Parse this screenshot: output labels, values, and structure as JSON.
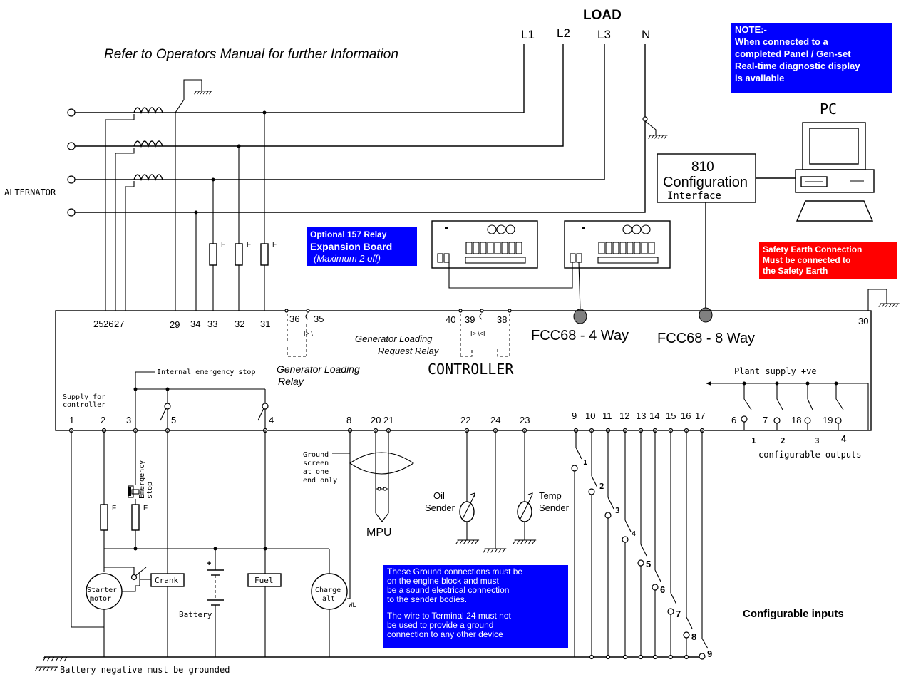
{
  "header": {
    "load_title": "LOAD",
    "lines": [
      "L1",
      "L2",
      "L3",
      "N"
    ],
    "refer_note": "Refer to Operators Manual for further Information"
  },
  "alternator_label": "ALTERNATOR",
  "note_box": {
    "title": "NOTE:-",
    "lines": [
      "When connected to a",
      "completed Panel / Gen-set",
      "Real-time diagnostic display",
      "is available"
    ],
    "color": "#0000ff"
  },
  "pc_label": "PC",
  "interface_box": {
    "line1": "810",
    "line2": "Configuration",
    "line3": "Interface"
  },
  "relay_board_box": {
    "lines": [
      "Optional 157 Relay",
      "Expansion Board"
    ],
    "sub": "(Maximum 2 off)",
    "color": "#0000ff"
  },
  "safety_box": {
    "lines": [
      "Safety Earth Connection",
      "Must be connected to",
      "the Safety Earth"
    ],
    "color": "#ff0000"
  },
  "controller": {
    "title": "CONTROLLER",
    "top_terminals": [
      "25",
      "26",
      "27",
      "29",
      "34",
      "33",
      "32",
      "31",
      "36",
      "35",
      "40",
      "39",
      "38",
      "30"
    ],
    "fcc4": "FCC68 - 4 Way",
    "fcc8": "FCC68 - 8 Way",
    "gen_loading_relay": [
      "Generator Loading",
      "Relay"
    ],
    "gen_loading_request": [
      "Generator Loading",
      "Request Relay"
    ],
    "bottom_terminals": [
      "1",
      "2",
      "3",
      "5",
      "4",
      "8",
      "20",
      "21",
      "22",
      "24",
      "23",
      "9",
      "10",
      "11",
      "12",
      "13",
      "14",
      "15",
      "16",
      "17",
      "6",
      "7",
      "18",
      "19"
    ]
  },
  "fuse_label": "F",
  "internal_estop": "Internal emergency stop",
  "supply_label": [
    "Supply for",
    "controller"
  ],
  "emergency_stop": [
    "Emergency",
    "stop"
  ],
  "plant_supply": "Plant supply +ve",
  "output_numbers": [
    "1",
    "2",
    "3",
    "4"
  ],
  "configurable_outputs": "configurable outputs",
  "input_numbers": [
    "1",
    "2",
    "3",
    "4",
    "5",
    "6",
    "7",
    "8",
    "9"
  ],
  "configurable_inputs": "Configurable inputs",
  "ground_screen": [
    "Ground",
    "screen",
    "at one",
    "end only"
  ],
  "mpu": "MPU",
  "oil_sender": [
    "Oil",
    "Sender"
  ],
  "temp_sender": [
    "Temp",
    "Sender"
  ],
  "starter_motor": [
    "Starter",
    "motor"
  ],
  "crank": "Crank",
  "battery": "Battery",
  "fuel": "Fuel",
  "charge_alt": [
    "Charge",
    "alt"
  ],
  "wl": "WL",
  "ground_note": {
    "para1": [
      "These Ground connections must be",
      "on the engine block and must",
      "be a sound electrical connection",
      "to the sender bodies."
    ],
    "para2": [
      "The wire to Terminal 24 must not",
      "be used to provide a ground",
      "connection to any other device"
    ],
    "color": "#0000ff"
  },
  "battery_negative": "Battery negative must be grounded",
  "colors": {
    "note": "#0000ff",
    "safety": "#ff0000",
    "wire": "#000000"
  }
}
